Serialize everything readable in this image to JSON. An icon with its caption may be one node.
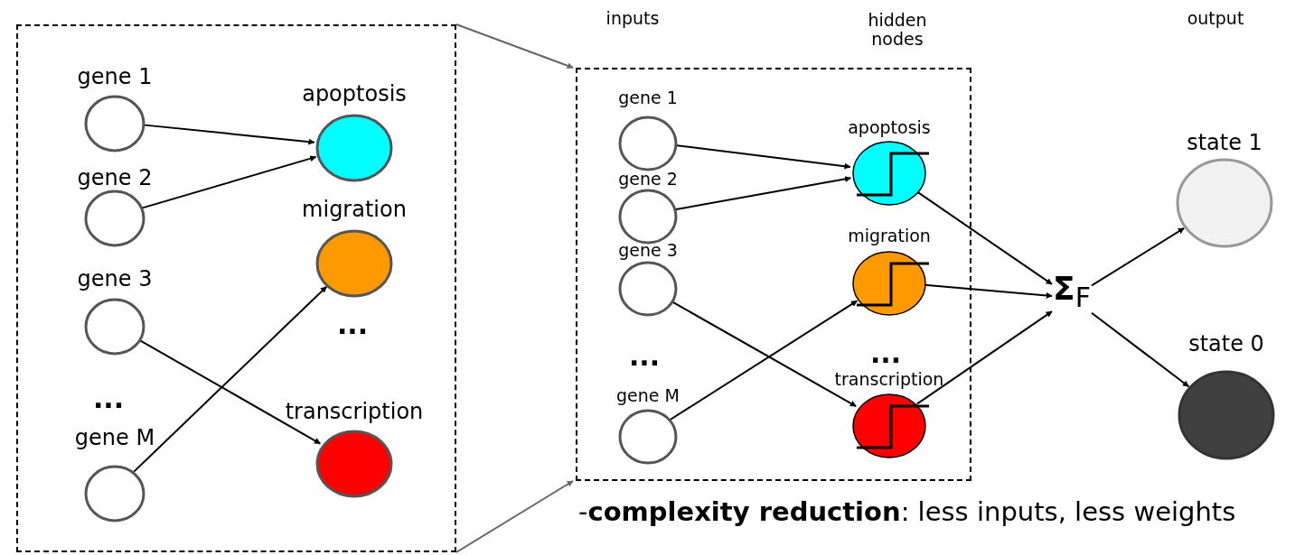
{
  "diagram": {
    "nodes": [
      {
        "text": [],
        "shape": "box"
      },
      {
        "text": [
          "gene 1"
        ],
        "in": 0
      },
      {
        "text": [
          "gene 2"
        ],
        "in": 0
      },
      {
        "text": [
          "gene 3"
        ],
        "in": 0
      },
      {
        "text": [
          "gene M"
        ],
        "in": 0
      },
      {
        "text": [
          "apoptosis"
        ],
        "in": 0
      },
      {
        "text": [
          "migration"
        ],
        "in": 0
      },
      {
        "text": [
          "transcription"
        ],
        "in": 0
      },
      {
        "text": [],
        "shape": "box"
      },
      {
        "text": [
          "gene 1"
        ],
        "in": 8
      },
      {
        "text": [
          "gene 2"
        ],
        "in": 8
      },
      {
        "text": [
          "gene 3"
        ],
        "in": 8
      },
      {
        "text": [
          "gene M"
        ],
        "in": 8
      },
      {
        "text": [
          "apoptosis"
        ],
        "in": 8
      },
      {
        "text": [
          "migration"
        ],
        "in": 8
      },
      {
        "text": [
          "transcription"
        ],
        "in": 8
      },
      {
        "text": [
          "**Σ**$_{F}$"
        ]
      },
      {
        "text": [
          "state 1"
        ]
      },
      {
        "text": [
          "state 0"
        ]
      }
    ],
    "edges": [
      {
        "from": 1,
        "to": 5,
        "arrow": "to"
      },
      {
        "from": 2,
        "to": 5,
        "arrow": "to"
      },
      {
        "from": 3,
        "to": 7,
        "arrow": "to"
      },
      {
        "from": 4,
        "to": 6,
        "arrow": "to"
      },
      {
        "from": 0,
        "to": 8,
        "arrow": "to",
        "color": "#666666"
      },
      {
        "from": 0,
        "to": 8,
        "arrow": "to",
        "color": "#666666"
      },
      {
        "from": 9,
        "to": 13,
        "arrow": "to"
      },
      {
        "from": 10,
        "to": 13,
        "arrow": "to"
      },
      {
        "from": 11,
        "to": 15,
        "arrow": "to"
      },
      {
        "from": 12,
        "to": 14,
        "arrow": "to"
      },
      {
        "from": 13,
        "to": 16,
        "arrow": "to"
      },
      {
        "from": 14,
        "to": 16,
        "arrow": "to"
      },
      {
        "from": 15,
        "to": 16,
        "arrow": "to"
      },
      {
        "from": 16,
        "to": 17,
        "arrow": "to"
      },
      {
        "from": 16,
        "to": 18,
        "arrow": "to"
      }
    ],
    "labels": [
      "inputs",
      "hidden nodes",
      "output",
      "...",
      "...",
      "...",
      "...",
      "-**complexity reduction**: less inputs, less weights"
    ]
  }
}
